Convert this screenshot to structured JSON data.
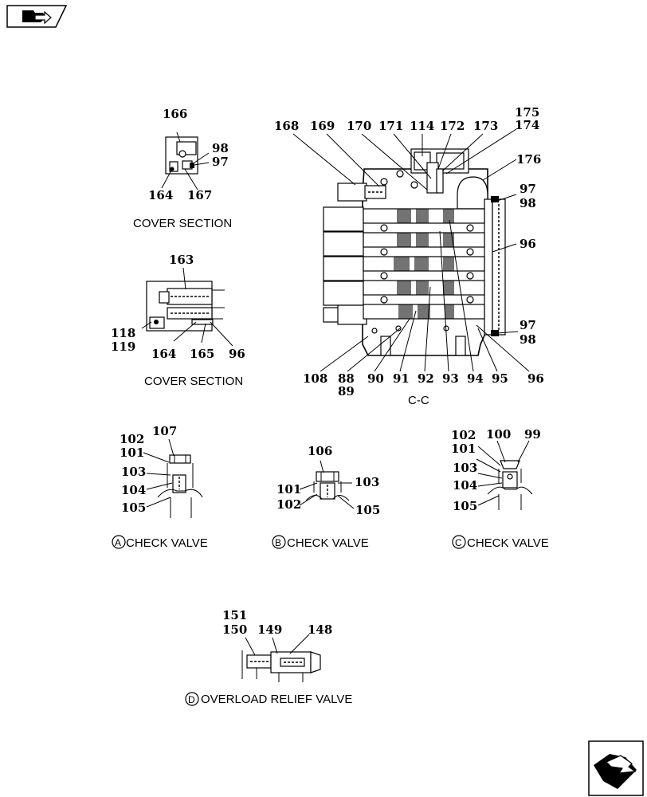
{
  "captions": {
    "cover_section_1": "COVER SECTION",
    "cover_section_2": "COVER SECTION",
    "cc": "C-C",
    "check_a": "CHECK VALVE",
    "check_b": "CHECK VALVE",
    "check_c": "CHECK VALVE",
    "overload": "OVERLOAD RELIEF VALVE"
  },
  "markers": {
    "a": "A",
    "b": "B",
    "c": "C",
    "d": "D"
  },
  "callouts": {
    "c166": "166",
    "c98a": "98",
    "c97a": "97",
    "c164a": "164",
    "c167": "167",
    "c163": "163",
    "c118": "118",
    "c119": "119",
    "c164b": "164",
    "c165": "165",
    "c96a": "96",
    "c168": "168",
    "c169": "169",
    "c170": "170",
    "c171": "171",
    "c114": "114",
    "c172": "172",
    "c173": "173",
    "c175": "175",
    "c174": "174",
    "c176": "176",
    "c97b": "97",
    "c98b": "98",
    "c96b": "96",
    "c97c": "97",
    "c98c": "98",
    "c96c": "96",
    "c108": "108",
    "c88": "88",
    "c89": "89",
    "c90": "90",
    "c91": "91",
    "c92": "92",
    "c93": "93",
    "c94": "94",
    "c95": "95",
    "a107": "107",
    "a102": "102",
    "a101": "101",
    "a103": "103",
    "a104": "104",
    "a105": "105",
    "b106": "106",
    "b101": "101",
    "b103": "103",
    "b102": "102",
    "b105": "105",
    "c_102": "102",
    "c_100": "100",
    "c_99": "99",
    "c_101": "101",
    "c_103": "103",
    "c_104": "104",
    "c_105": "105",
    "d151": "151",
    "d150": "150",
    "d149": "149",
    "d148": "148"
  },
  "icons": {
    "top_left": "folder-arrow-icon",
    "bottom_right": "page-turn-arrow-icon"
  }
}
